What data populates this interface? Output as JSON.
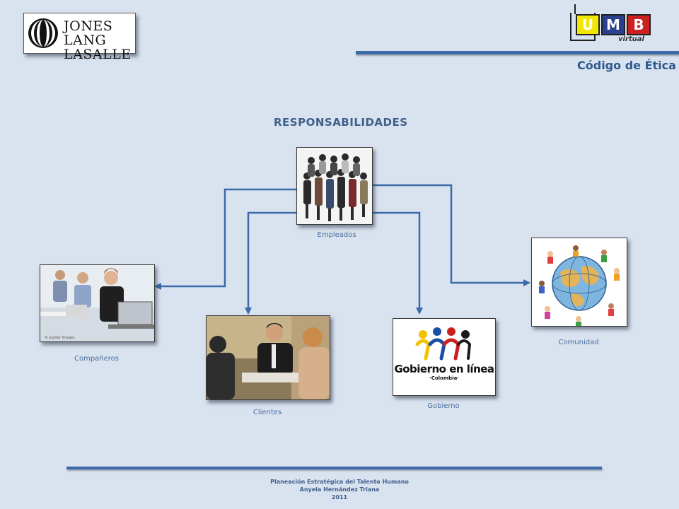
{
  "header": {
    "logo_jll": {
      "line1": "JONES LANG",
      "line2": "LASALLE"
    },
    "logo_umb": {
      "letters": [
        "U",
        "M",
        "B"
      ],
      "sub": "virtual"
    },
    "title": "Código de Ética"
  },
  "main": {
    "heading": "RESPONSABILIDADES",
    "nodes": {
      "empleados": "Empleados",
      "companeros": "Compañeros",
      "clientes": "Clientes",
      "gobierno": "Gobierno",
      "comunidad": "Comunidad"
    },
    "gobierno_logo": {
      "line1": "Gobierno en línea",
      "line2": "·Colombia·"
    }
  },
  "footer": {
    "line1": "Planeación Estratégica del Talento Humano",
    "line2": "Anyela Hernández Triana",
    "line3": "2011"
  },
  "colors": {
    "accent": "#3a6aa8",
    "heading": "#3f5f8a",
    "background": "#d9e2ef"
  }
}
